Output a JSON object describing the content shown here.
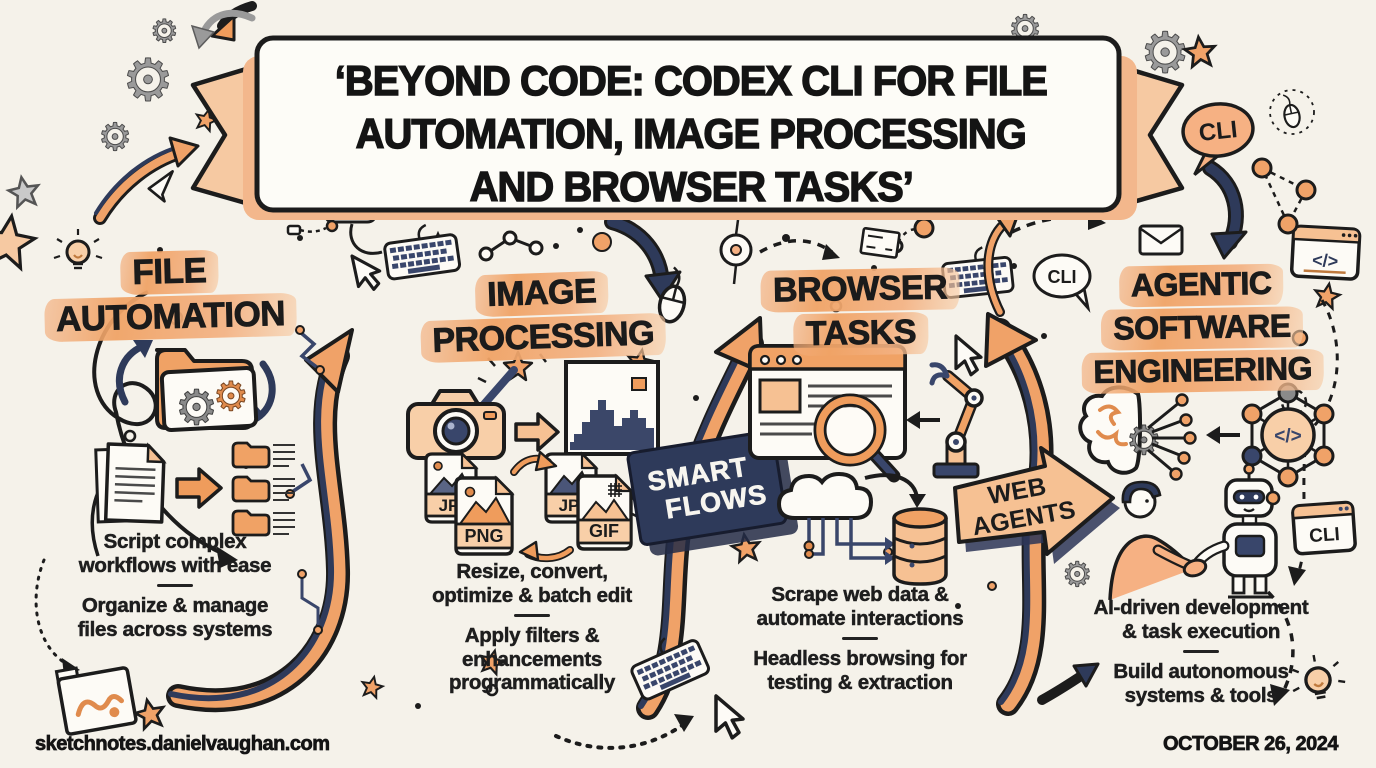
{
  "banner": {
    "lines": [
      "‘BEYOND CODE: CODEX CLI FOR FILE",
      "AUTOMATION, IMAGE PROCESSING",
      "AND BROWSER TASKS’"
    ]
  },
  "sections": [
    {
      "id": "file-automation",
      "title_lines": [
        "FILE",
        "AUTOMATION"
      ],
      "points": [
        "Script complex\nworkflows with ease",
        "Organize & manage\nfiles across systems"
      ]
    },
    {
      "id": "image-processing",
      "title_lines": [
        "IMAGE",
        "PROCESSING"
      ],
      "points": [
        "Resize, convert,\noptimize & batch edit",
        "Apply filters &\nenhancements\nprogrammatically"
      ]
    },
    {
      "id": "browser-tasks",
      "title_lines": [
        "BROWSER",
        "TASKS"
      ],
      "points": [
        "Scrape web data &\nautomate interactions",
        "Headless browsing for\ntesting & extraction"
      ]
    },
    {
      "id": "agentic-software-engineering",
      "title_lines": [
        "AGENTIC",
        "SOFTWARE",
        "ENGINEERING"
      ],
      "points": [
        "AI-driven development\n& task execution",
        "Build autonomous\nsystems & tools"
      ]
    }
  ],
  "ribbons": [
    {
      "id": "smart-flows",
      "lines": [
        "SMART",
        "FLOWS"
      ]
    },
    {
      "id": "web-agents",
      "lines": [
        "WEB",
        "AGENTS"
      ]
    }
  ],
  "file_formats": [
    "JP",
    "PNG",
    "JP",
    "GIF"
  ],
  "stickers": {
    "cli_bubble_top": "CLI",
    "cli_bubble_mid": "CLI",
    "cli_window": "CLI",
    "code_window": "</>",
    "network_code": "</>"
  },
  "footer": {
    "site": "sketchnotes.danielvaughan.com",
    "date": "OCTOBER 26, 2024"
  },
  "colors": {
    "paper": "#f5f2ea",
    "highlight": "#f0a368",
    "orange_light": "#f6c193",
    "navy": "#2e3a5a",
    "ink": "#1c1c1c",
    "gray": "#9a9a9a"
  }
}
